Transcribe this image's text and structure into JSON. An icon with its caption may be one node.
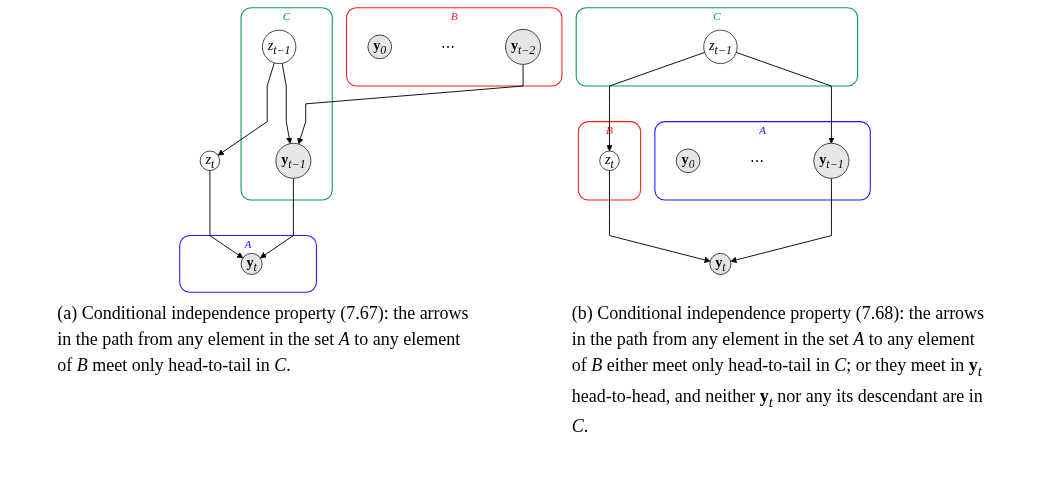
{
  "diagram": {
    "nodes": [
      {
        "text": [
          "*C*"
        ]
      },
      {
        "text": [
          "*z*$_{t−1}$"
        ],
        "in": 0
      },
      {
        "text": [
          "*z*$_{t}$"
        ]
      },
      {
        "text": [
          "*B*"
        ]
      },
      {
        "text": [
          "**y**$_{0}$"
        ],
        "in": 3
      },
      {
        "text": [
          "⋯"
        ],
        "in": 3
      },
      {
        "text": [
          "**y**$_{t−2}$"
        ],
        "in": 3
      },
      {
        "text": [
          "**y**$_{t−1}$"
        ],
        "in": 0
      },
      {
        "text": [
          "*A*"
        ]
      },
      {
        "text": [
          "**y**$_{t}$"
        ],
        "in": 8
      },
      {
        "text": [
          "*C*"
        ]
      },
      {
        "text": [
          "*z*$_{t−1}$"
        ],
        "in": 10
      },
      {
        "text": [
          "*B*"
        ]
      },
      {
        "text": [
          "*z*$_{t}$"
        ],
        "in": 12
      },
      {
        "text": [
          "*A*"
        ]
      },
      {
        "text": [
          "**y**$_{0}$"
        ],
        "in": 14
      },
      {
        "text": [
          "⋯"
        ],
        "in": 14
      },
      {
        "text": [
          "**y**$_{t−1}$"
        ],
        "in": 14
      },
      {
        "text": [
          "**y**$_{t}$"
        ]
      }
    ],
    "edges": [
      {
        "from": 1,
        "to": 2,
        "arrow": "to"
      },
      {
        "from": 1,
        "to": 7,
        "arrow": "to"
      },
      {
        "from": 2,
        "to": 9,
        "arrow": "to"
      },
      {
        "from": 6,
        "to": 7,
        "arrow": "to"
      },
      {
        "from": 7,
        "to": 9,
        "arrow": "to"
      },
      {
        "from": 11,
        "to": 13,
        "arrow": "to"
      },
      {
        "from": 11,
        "to": 17,
        "arrow": "to"
      },
      {
        "from": 13,
        "to": 18,
        "arrow": "to"
      },
      {
        "from": 17,
        "to": 18,
        "arrow": "to"
      }
    ],
    "labels": [
      "(a) Conditional independence property (7.67): the arrows in the path from any element in the set *A* to any element of *B* meet only head-to-tail in *C*.",
      "(b) Conditional independence property (7.68): the arrows in the path from any element in the set *A* to any element of *B* either meet only head-to-tail in *C*; or they meet in **y**$_{t}$ head-to-head, and neither **y**$_{t}$ nor any its descendant are in *C*."
    ]
  }
}
